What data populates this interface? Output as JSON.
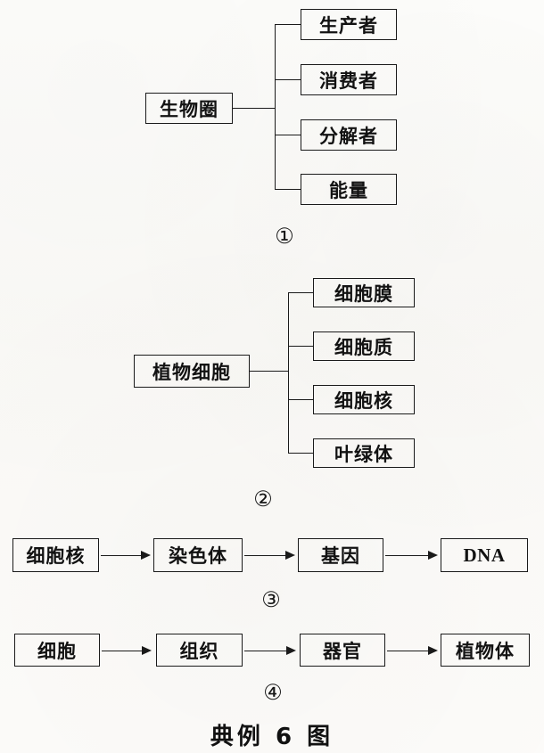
{
  "figure": {
    "caption": "典例 6 图"
  },
  "diagrams": [
    {
      "index_label": "①",
      "root": "生物圈",
      "branches": [
        "生产者",
        "消费者",
        "分解者",
        "能量"
      ],
      "type": "bracket"
    },
    {
      "index_label": "②",
      "root": "植物细胞",
      "branches": [
        "细胞膜",
        "细胞质",
        "细胞核",
        "叶绿体"
      ],
      "type": "bracket"
    },
    {
      "index_label": "③",
      "chain": [
        "细胞核",
        "染色体",
        "基因",
        "DNA"
      ],
      "type": "chain"
    },
    {
      "index_label": "④",
      "chain": [
        "细胞",
        "组织",
        "器官",
        "植物体"
      ],
      "type": "chain"
    }
  ]
}
